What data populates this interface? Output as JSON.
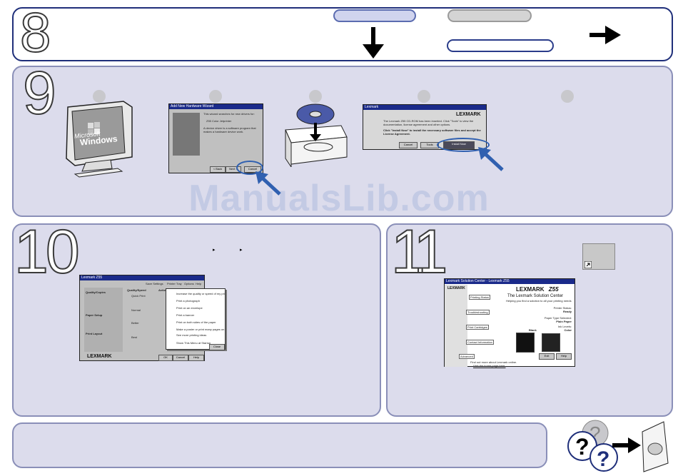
{
  "steps": {
    "s8": "8",
    "s9": "9",
    "s10": "10",
    "s11": "11"
  },
  "watermark": "ManualsLib.com",
  "step9": {
    "windows_logo_line1": "Microsoft",
    "windows_logo_line2": "Windows",
    "wizard_title": "Add New Hardware Wizard",
    "wizard_text1": "This wizard searches for new drivers for:",
    "wizard_text2": "Z55 Color Jetprinter",
    "wizard_text3": "A device driver is a software program that makes a hardware device work.",
    "wizard_back": "< Back",
    "wizard_next": "Next >",
    "wizard_cancel": "Cancel",
    "cd_title": "Lexmark",
    "cd_brand": "LEXMARK",
    "cd_text1": "The Lexmark Z55 CD-ROM has been inserted. Click \"Tools\" to view the documentation, license agreement and other options.",
    "cd_text2": "Click \"Install Now\" to install the necessary software files and accept the License Agreement.",
    "cd_cancel": "Cancel",
    "cd_tools": "Tools",
    "cd_install": "Install Now"
  },
  "step10": {
    "window_title": "Lexmark Z55",
    "menu_items": [
      "Save Settings",
      "Printer Tray",
      "Options",
      "Help"
    ],
    "sidebar_tabs": [
      "Quality/Copies",
      "Paper Setup",
      "Print Layout"
    ],
    "quality_group": "Quality/Speed",
    "actions_group": "Actions",
    "options": [
      "Quick Print",
      "Normal",
      "Better",
      "Best"
    ],
    "popup_items": [
      "Increase the quality or speed of my printouts",
      "Print a photograph",
      "Print on an envelope",
      "Print a banner",
      "Print on both sides of the paper",
      "Make a poster or print many pages on a sheet",
      "See more printing ideas"
    ],
    "popup_checkbox": "Show This Menu at Startup",
    "popup_close": "Close",
    "brand": "LEXMARK",
    "ok": "OK",
    "cancel": "Cancel",
    "help": "Help"
  },
  "step11": {
    "window_title": "Lexmark Solution Center - Lexmark Z55",
    "brand": "LEXMARK",
    "model": "Z55",
    "heading": "The Lexmark Solution Center",
    "subheading": "Helping you find a solution to all your printing needs",
    "tabs": [
      "Printing Status",
      "Troubleshooting",
      "Print Cartridges",
      "Contact Information",
      "Advanced"
    ],
    "printer_status_label": "Printer Status:",
    "printer_status_value": "Ready",
    "paper_type_label": "Paper Type Selected:",
    "paper_type_value": "Plain Paper",
    "ink_levels_label": "Ink Levels:",
    "ink_color": "Color",
    "ink_black": "Black",
    "exit": "Exit",
    "help": "Help",
    "footer1": "Find out more about Lexmark online.",
    "footer2": "Visit the home page here."
  },
  "icons": {
    "arrow_down": "arrow-down-icon",
    "arrow_right": "arrow-right-icon",
    "help_question": "question-mark-icon",
    "shortcut": "solution-center-shortcut-icon"
  },
  "colors": {
    "panel_border": "#1f2f7a",
    "panel_fill": "#dcdcec",
    "callout_arrow": "#3060b0"
  }
}
